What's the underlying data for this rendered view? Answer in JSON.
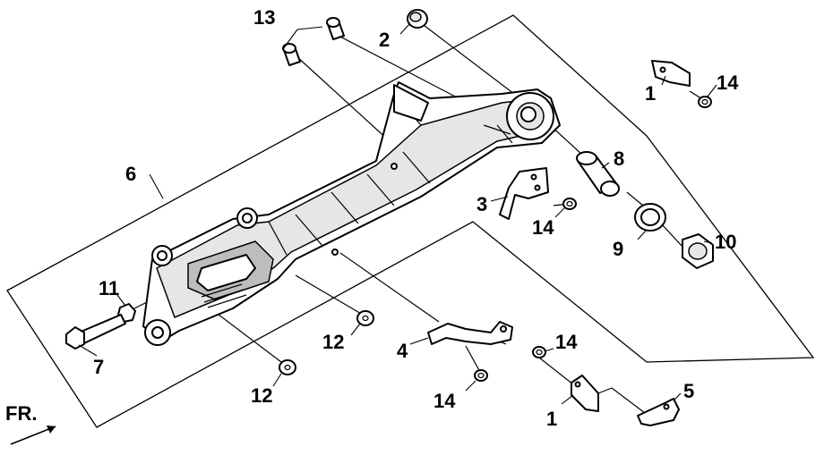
{
  "diagram": {
    "direction_label": "FR.",
    "callouts": {
      "c1a": "1",
      "c1b": "1",
      "c2": "2",
      "c3": "3",
      "c4": "4",
      "c5": "5",
      "c6": "6",
      "c7": "7",
      "c8": "8",
      "c9": "9",
      "c10": "10",
      "c11": "11",
      "c12a": "12",
      "c12b": "12",
      "c13": "13",
      "c14a": "14",
      "c14b": "14",
      "c14c": "14",
      "c14d": "14"
    }
  }
}
